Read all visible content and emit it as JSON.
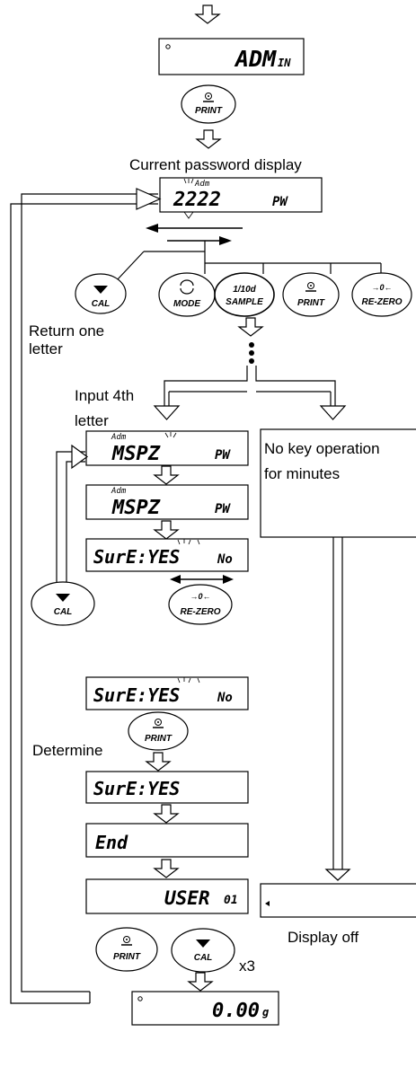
{
  "displays": {
    "adm": {
      "main": "ADM",
      "unit": "IN"
    },
    "password": {
      "main": "2222",
      "unit": "PW",
      "indicator": "Adm"
    },
    "mspz_blink": {
      "main": "MSPZ",
      "unit": "PW",
      "indicator": "Adm"
    },
    "mspz": {
      "main": "MSPZ",
      "unit": "PW",
      "indicator": "Adm"
    },
    "sure_yes_no_1": {
      "main": "SurE:YES",
      "unit": "No"
    },
    "sure_yes_no_2": {
      "main": "SurE:YES",
      "unit": "No"
    },
    "sure_yes": {
      "main": "SurE:YES"
    },
    "end": {
      "main": "End"
    },
    "user": {
      "main": "USER",
      "unit": "01"
    },
    "weight": {
      "main": "0.00",
      "unit": "g"
    }
  },
  "keys": {
    "print": "PRINT",
    "cal": "CAL",
    "mode": "MODE",
    "sample_top": "1/10d",
    "sample_bottom": "SAMPLE",
    "rezero_top": "→0←",
    "rezero": "RE-ZERO"
  },
  "notes": {
    "current_password": "Current password display",
    "return_line1": "Return one",
    "return_line2": "letter",
    "input_line1": "Input 4th",
    "input_line2": "letter",
    "no_key_line1": "No key operation",
    "no_key_line2": "for minutes",
    "determine": "Determine",
    "display_off": "Display off",
    "times": "x3"
  },
  "colors": {
    "line": "#000000",
    "background": "#ffffff"
  }
}
